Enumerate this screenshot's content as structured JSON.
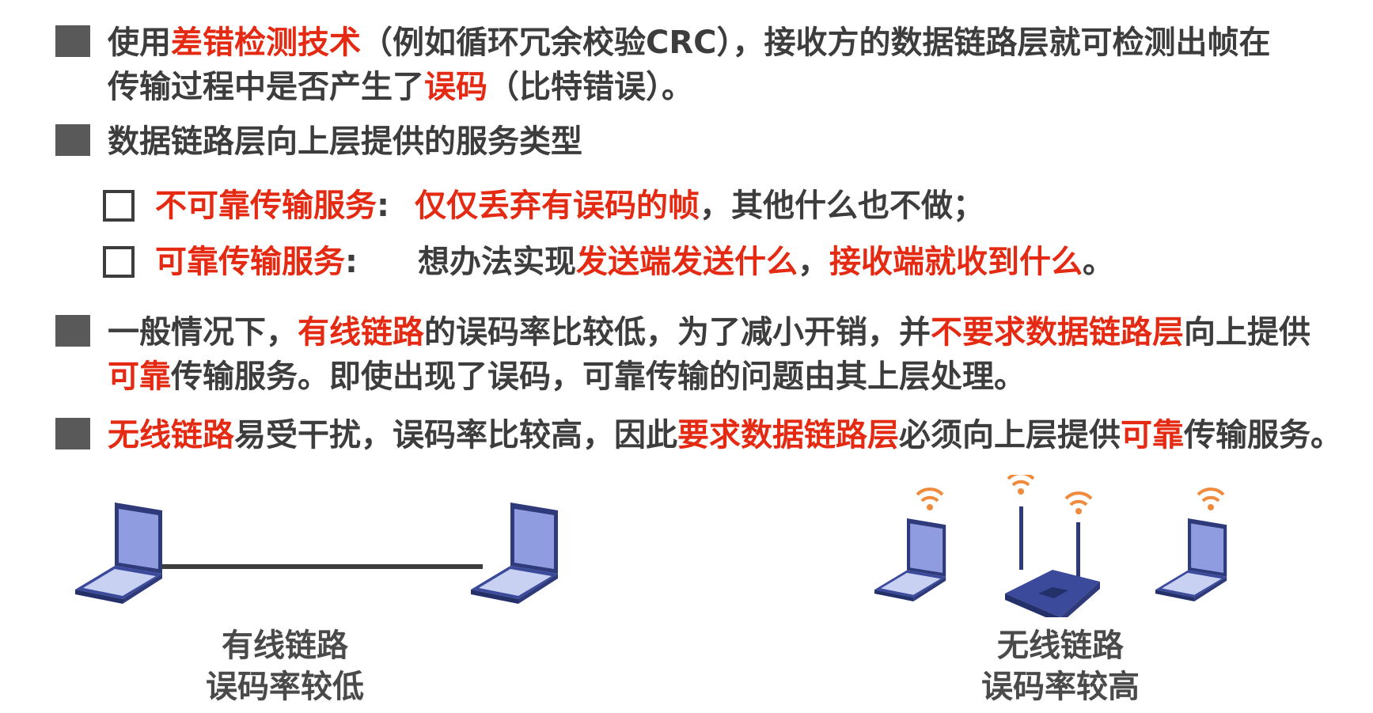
{
  "bullets": [
    {
      "line1": [
        "使用",
        "差错检测技术",
        "（例如循环冗余校验CRC），接收方的数据链路层就可检测出帧在"
      ],
      "line2": [
        "传输过程中是否产生了",
        "误码",
        "（比特错误）。"
      ]
    },
    {
      "text": "数据链路层向上层提供的服务类型"
    },
    {
      "line1": [
        "一般情况下，",
        "有线链路",
        "的误码率比较低，为了减小开销，并",
        "不要求数据链路层",
        "向上提供"
      ],
      "line2": [
        "可靠",
        "传输服务。即使出现了误码，可靠传输的问题由其上层处理。"
      ]
    },
    {
      "line1": [
        "无线链路",
        "易受干扰，误码率比较高，因此",
        "要求数据链路层",
        "必须向上层提供",
        "可靠",
        "传输服务。"
      ]
    }
  ],
  "services": [
    {
      "name": "不可靠传输服务",
      "colon": ":",
      "desc_red": "仅仅丢弃有误码的帧",
      "desc_rest": "，其他什么也不做；"
    },
    {
      "name": "可靠传输服务",
      "colon": ":",
      "desc_plain": "想办法实现",
      "desc_red1": "发送端发送什么",
      "desc_mid": "，",
      "desc_red2": "接收端就收到什么",
      "desc_end": "。"
    }
  ],
  "captions": {
    "wired_line1": "有线链路",
    "wired_line2": "误码率较低",
    "wireless_line1": "无线链路",
    "wireless_line2": "误码率较高"
  },
  "colors": {
    "accent_red": "#e52a13",
    "text_dark": "#3d3d3d",
    "bullet_gray": "#595959",
    "laptop_blue": "#3b4a9a",
    "wifi_orange": "#f08a3c"
  },
  "icons": [
    "laptop-icon",
    "wifi-router-icon",
    "wifi-signal-icon"
  ]
}
